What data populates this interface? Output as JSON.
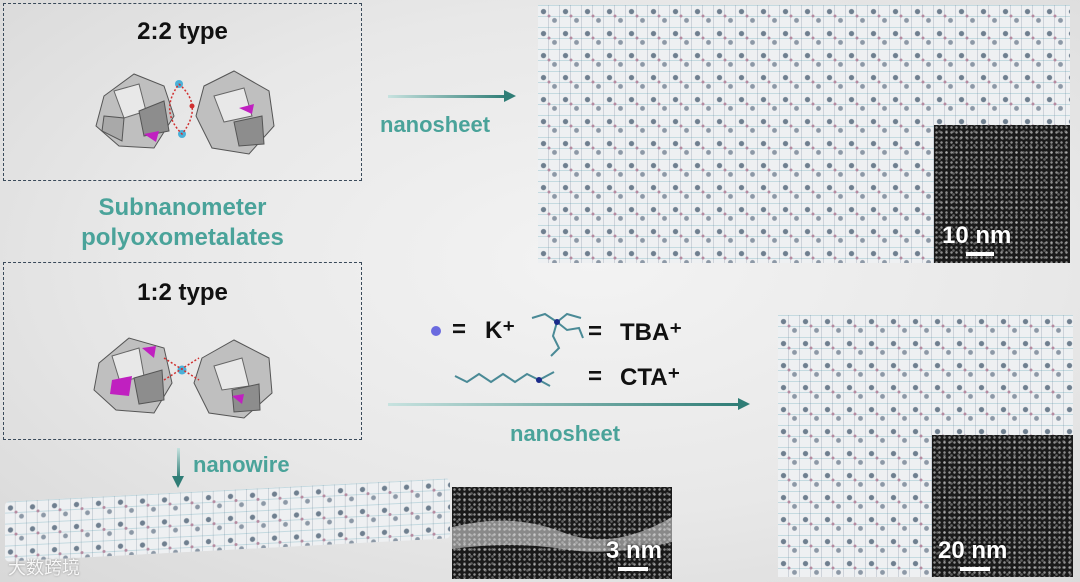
{
  "top_box": {
    "title": "2:2 type"
  },
  "bottom_box": {
    "title": "1:2  type"
  },
  "center_label": {
    "line1": "Subnanometer",
    "line2": "polyoxometalates"
  },
  "arrow_top_label": "nanosheet",
  "arrow_mid_label": "nanosheet",
  "arrow_down_label": "nanowire",
  "legend": {
    "k_eq": "=",
    "k_label": "K⁺",
    "tba_eq": "=",
    "tba_label": "TBA⁺",
    "cta_eq": "=",
    "cta_label": "CTA⁺"
  },
  "scales": {
    "top_right": "10 nm",
    "bottom_right": "20 nm",
    "wire": "3 nm"
  },
  "watermark": "大数跨境",
  "colors": {
    "teal": "#4aa39a",
    "arrow": "#2f7d76",
    "dashed_border": "#3a4a5a",
    "k_ion": "#6a6adf",
    "magenta": "#c020c0"
  }
}
